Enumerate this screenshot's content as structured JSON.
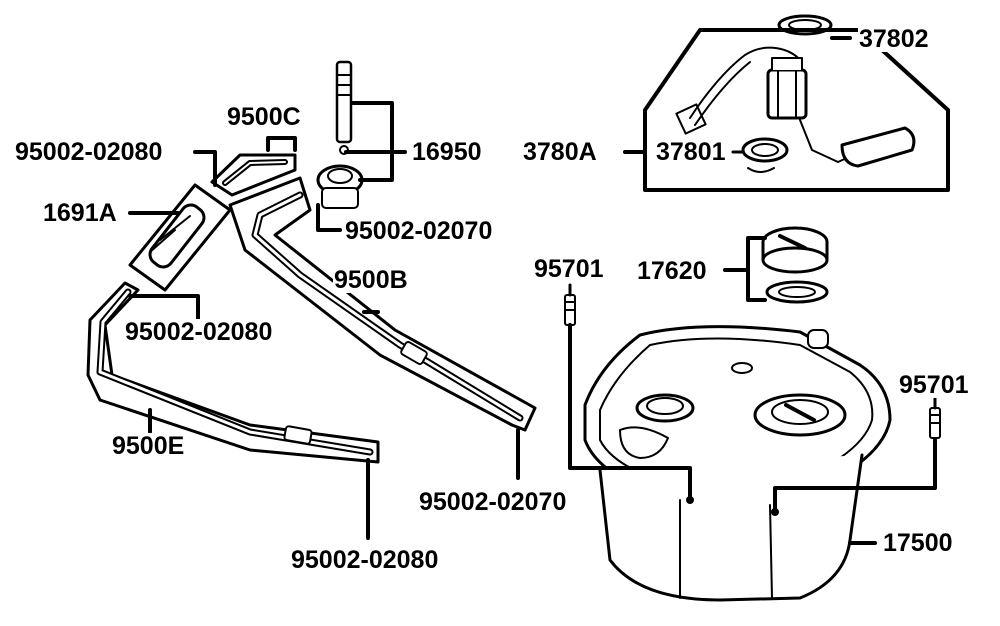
{
  "labels": {
    "p37802": "37802",
    "p3780A": "3780A",
    "p37801": "37801",
    "p9500C": "9500C",
    "p16950": "16950",
    "p95002_02080_top": "95002-02080",
    "p1691A": "1691A",
    "p95002_02070_top": "95002-02070",
    "p9500B": "9500B",
    "p95002_02080_mid": "95002-02080",
    "p9500E": "9500E",
    "p95002_02070_bottom": "95002-02070",
    "p95002_02080_bottom": "95002-02080",
    "p95701_left": "95701",
    "p17620": "17620",
    "p95701_right": "95701",
    "p17500": "17500"
  },
  "colors": {
    "ink": "#000000",
    "paper": "#ffffff",
    "shade": "#d9d9d9"
  }
}
